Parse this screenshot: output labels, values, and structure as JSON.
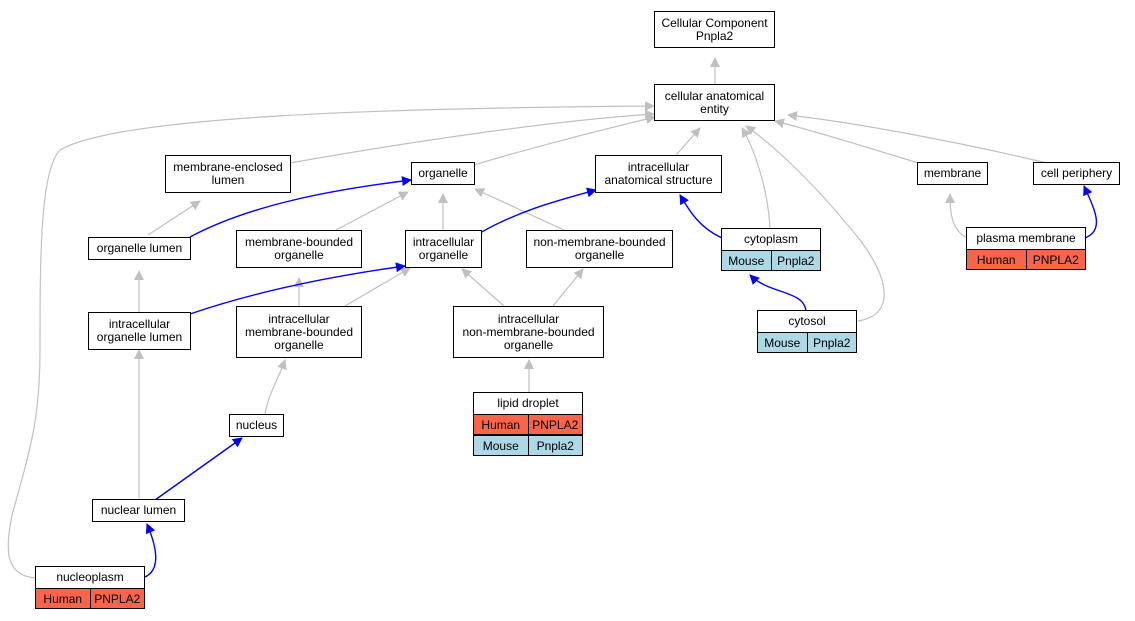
{
  "nodes": {
    "root": "Cellular Component\nPnpla2",
    "cae": "cellular anatomical\nentity",
    "mel": "membrane-enclosed\nlumen",
    "org": "organelle",
    "ias": "intracellular\nanatomical structure",
    "mem": "membrane",
    "cp": "cell periphery",
    "ol": "organelle lumen",
    "mbo": "membrane-bounded\norganelle",
    "io": "intracellular\norganelle",
    "nmbo": "non-membrane-bounded\norganelle",
    "cyto": "cytoplasm",
    "pm": "plasma membrane",
    "iol": "intracellular\norganelle lumen",
    "imbo": "intracellular\nmembrane-bounded\norganelle",
    "inmbo": "intracellular\nnon-membrane-bounded\norganelle",
    "cytosol": "cytosol",
    "nucleus": "nucleus",
    "ld": "lipid droplet",
    "nl": "nuclear lumen",
    "np": "nucleoplasm"
  },
  "annotations": {
    "cyto_mouse": [
      "Mouse",
      "Pnpla2"
    ],
    "pm_human": [
      "Human",
      "PNPLA2"
    ],
    "cytosol_mouse": [
      "Mouse",
      "Pnpla2"
    ],
    "ld_human": [
      "Human",
      "PNPLA2"
    ],
    "ld_mouse": [
      "Mouse",
      "Pnpla2"
    ],
    "np_human": [
      "Human",
      "PNPLA2"
    ]
  },
  "colors": {
    "human": "#fa6449",
    "mouse": "#add8e6",
    "is_a_edge": "#c0c0c0",
    "part_of_edge": "#0000ff"
  }
}
